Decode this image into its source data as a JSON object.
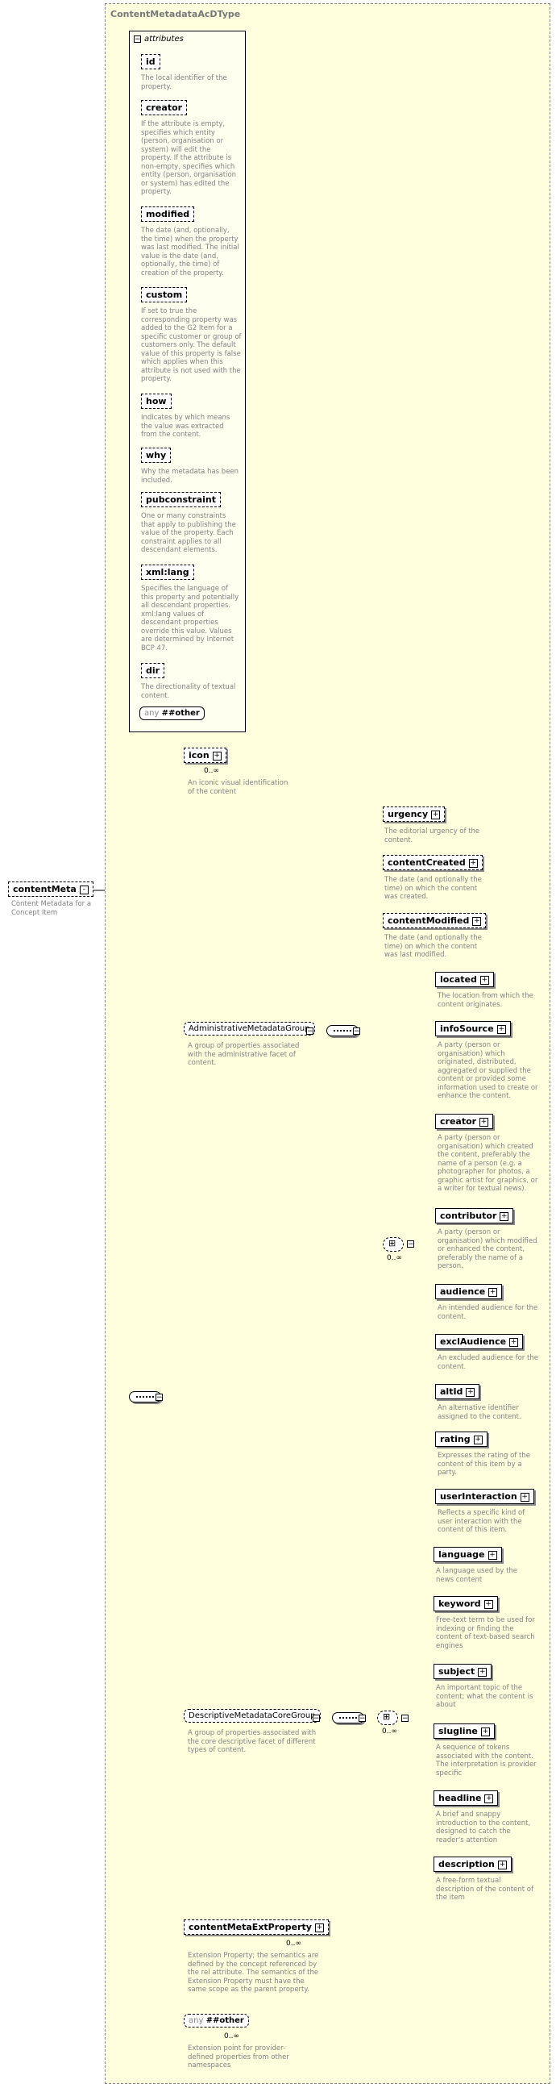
{
  "type_name": "ContentMetadataAcDType",
  "root": {
    "name": "contentMeta",
    "desc": "Content Metadata for a Concept Item"
  },
  "attributes_label": "attributes",
  "attributes": [
    {
      "name": "id",
      "desc": "The local identifier of the property."
    },
    {
      "name": "creator",
      "desc": "If the attribute is empty, specifies which entity (person, organisation or system) will edit the property. If the attribute is non-empty, specifies which entity (person, organisation or system) has edited the property."
    },
    {
      "name": "modified",
      "desc": "The date (and, optionally, the time) when the property was last modified. The initial value is the date (and, optionally, the time) of creation of the property."
    },
    {
      "name": "custom",
      "desc": "If set to true the corresponding property was added to the G2 Item for a specific customer or group of customers only. The default value of this property is false which applies when this attribute is not used with the property."
    },
    {
      "name": "how",
      "desc": "Indicates by which means the value was extracted from the content."
    },
    {
      "name": "why",
      "desc": "Why the metadata has been included."
    },
    {
      "name": "pubconstraint",
      "desc": "One or many constraints that apply to publishing the value of the property. Each constraint applies to all descendant elements."
    },
    {
      "name": "xml:lang",
      "desc": "Specifies the language of this property and potentially all descendant properties. xml:lang values of descendant properties override this value. Values are determined by Internet BCP 47."
    },
    {
      "name": "dir",
      "desc": "The directionality of textual content."
    }
  ],
  "any_attr": {
    "any": "any",
    "other": "##other"
  },
  "icon": {
    "name": "icon",
    "mult": "0..∞",
    "desc": "An iconic visual identification of the content"
  },
  "admin_group": {
    "name": "AdministrativeMetadataGroup",
    "desc": "A group of properties associated with the administrative facet of content."
  },
  "admin_items": [
    {
      "name": "urgency",
      "desc": "The editorial urgency of the content."
    },
    {
      "name": "contentCreated",
      "desc": "The date (and optionally the time) on which the content was created."
    },
    {
      "name": "contentModified",
      "desc": "The date (and optionally the time) on which the content was last modified."
    }
  ],
  "admin_choice_mult": "0..∞",
  "admin_choice_items": [
    {
      "name": "located",
      "desc": "The location from which the content originates."
    },
    {
      "name": "infoSource",
      "desc": "A party (person or organisation) which originated, distributed, aggregated or supplied the content or provided some information used to create or enhance the content."
    },
    {
      "name": "creator",
      "desc": "A party (person or organisation) which created the content, preferably the name of a person (e.g. a photographer for photos, a graphic artist for graphics, or a writer for textual news)."
    },
    {
      "name": "contributor",
      "desc": "A party (person or organisation) which modified or enhanced the content, preferably the name of a person."
    },
    {
      "name": "audience",
      "desc": "An intended audience for the content."
    },
    {
      "name": "exclAudience",
      "desc": "An excluded audience for the content."
    },
    {
      "name": "altId",
      "desc": "An alternative identifier assigned to the content."
    },
    {
      "name": "rating",
      "desc": "Expresses the rating of the content of this item by a party."
    },
    {
      "name": "userInteraction",
      "desc": "Reflects a specific kind of user interaction with the content of this item."
    }
  ],
  "desc_group": {
    "name": "DescriptiveMetadataCoreGroup",
    "desc": "A group of properties associated with the core descriptive facet of different types of content."
  },
  "desc_choice_mult": "0..∞",
  "desc_items": [
    {
      "name": "language",
      "desc": "A language used by the news content"
    },
    {
      "name": "keyword",
      "desc": "Free-text term to be used for indexing or finding the content of text-based search engines"
    },
    {
      "name": "subject",
      "desc": "An important topic of the content; what the content is about"
    },
    {
      "name": "slugline",
      "desc": "A sequence of tokens associated with the content. The interpretation is provider specific"
    },
    {
      "name": "headline",
      "desc": "A brief and snappy introduction to the content, designed to catch the reader's attention"
    },
    {
      "name": "description",
      "desc": "A free-form textual description of the content of the item"
    }
  ],
  "ext_property": {
    "name": "contentMetaExtProperty",
    "mult": "0..∞",
    "desc": "Extension Property; the semantics are defined by the concept referenced by the rel attribute. The semantics of the Extension Property must have the same scope as the parent property."
  },
  "any_elem": {
    "any": "any",
    "other": "##other",
    "mult": "0..∞",
    "desc": "Extension point for provider-defined properties from other namespaces"
  }
}
